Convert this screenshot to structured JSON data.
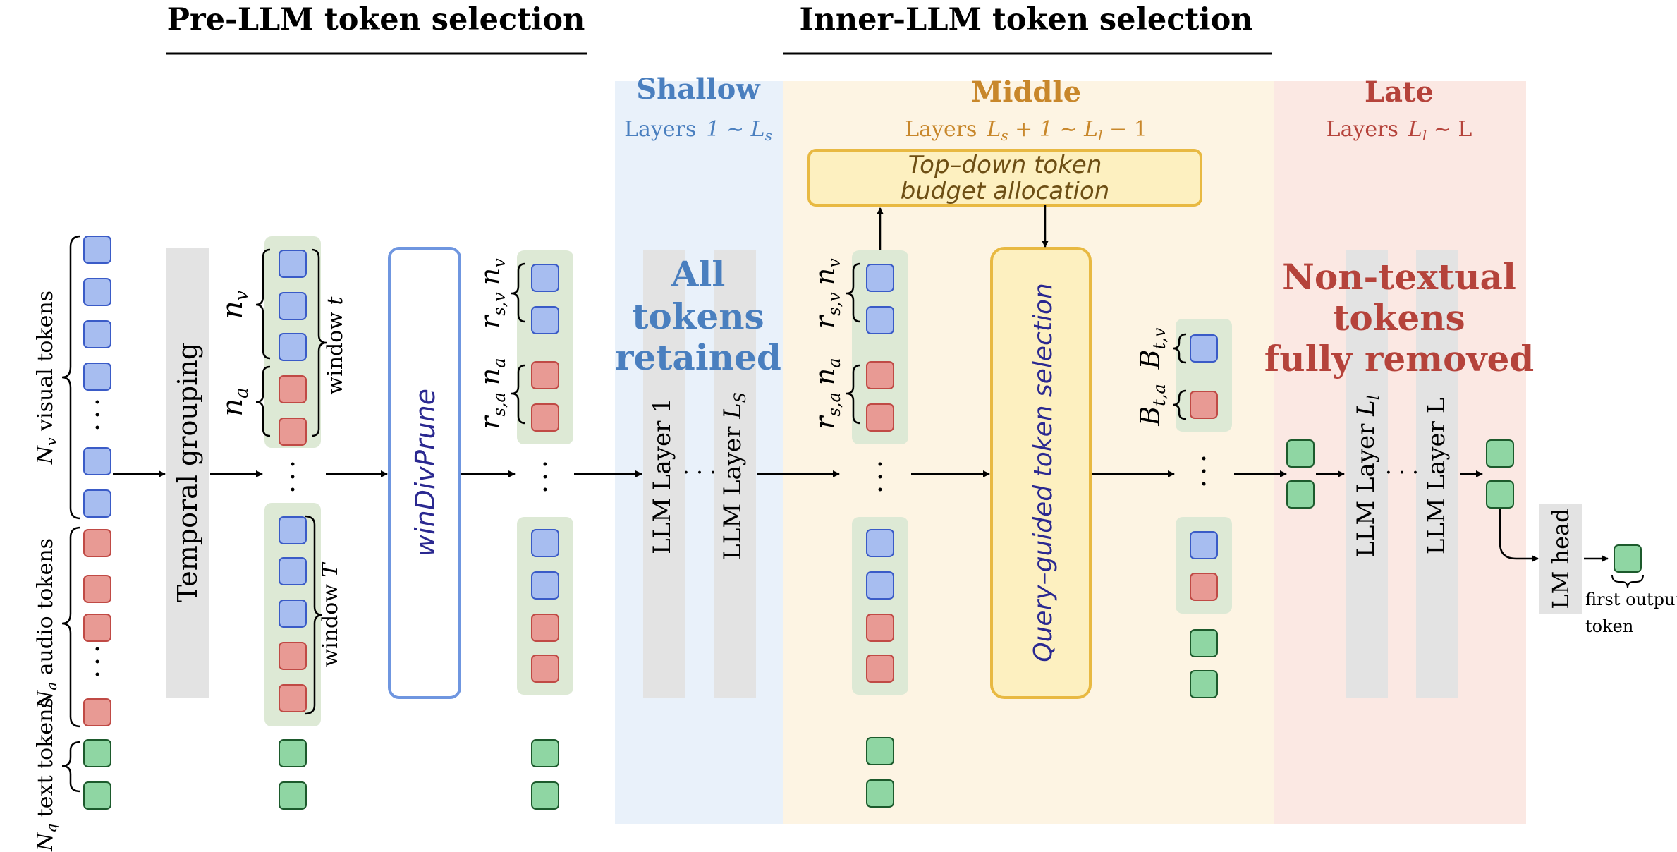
{
  "headers": {
    "pre_llm": "Pre-LLM token selection",
    "inner_llm": "Inner-LLM token selection"
  },
  "stages": {
    "shallow": {
      "title": "Shallow",
      "layers_word": "Layers",
      "layers_range": "1 ∼ L",
      "sub": "s"
    },
    "middle": {
      "title": "Middle",
      "layers_word": "Layers",
      "range_a": "L",
      "sub_a": "s",
      "range_mid": " + 1 ∼ L",
      "sub_b": "l",
      "range_end": " − 1"
    },
    "late": {
      "title": "Late",
      "layers_word": "Layers",
      "range_a": "L",
      "sub_a": "l",
      "range_end": " ∼ L"
    }
  },
  "input_labels": {
    "visual": {
      "sym": "N",
      "sub": "v",
      "text": " visual tokens"
    },
    "audio": {
      "sym": "N",
      "sub": "a",
      "text": " audio tokens"
    },
    "text": {
      "sym": "N",
      "sub": "q",
      "text": " text tokens"
    }
  },
  "temporal_grouping": "Temporal grouping",
  "window_labels": {
    "n_v": {
      "sym": "n",
      "sub": "v"
    },
    "n_a": {
      "sym": "n",
      "sub": "a"
    },
    "window_t": {
      "text": "window ",
      "sym": "t"
    },
    "window_T": {
      "text": "window ",
      "sym": "T"
    }
  },
  "windivprune": "winDivPrune",
  "ratio_labels": {
    "rsv": {
      "sym": "r",
      "sub": "s,v"
    },
    "nv": {
      "sym": "n",
      "sub": "v"
    },
    "rsa": {
      "sym": "r",
      "sub": "s,a"
    },
    "na": {
      "sym": "n",
      "sub": "a"
    }
  },
  "shallow_block": {
    "layer_1": "LLM Layer  1",
    "layer_s": {
      "text": "LLM Layer ",
      "sym": "L",
      "sub": "S"
    },
    "ellipsis": "· · ·",
    "overlay": [
      "All",
      "tokens",
      "retained"
    ]
  },
  "topdown_box": [
    "Top–down token",
    "budget allocation"
  ],
  "query_guided": "Query–guided token selection",
  "budget_labels": {
    "btv": {
      "sym": "B",
      "sub": "t,v"
    },
    "bta": {
      "sym": "B",
      "sub": "t,a"
    }
  },
  "late_block": {
    "layer_l": {
      "text": "LLM Layer ",
      "sym": "L",
      "sub": "l"
    },
    "layer_L": "LLM Layer  L",
    "ellipsis": "· · ·",
    "overlay": [
      "Non-textual",
      "tokens",
      "fully removed"
    ]
  },
  "lm_head": "LM head",
  "first_output": [
    "first output",
    "token"
  ],
  "vellipsis": "·\n·\n·",
  "colors": {
    "visual_fill": "#a7bdf0",
    "visual_stroke": "#3a5bc7",
    "audio_fill": "#e89a94",
    "audio_stroke": "#c04a45",
    "text_fill": "#8fd6a3",
    "text_stroke": "#1c5a2c",
    "window_bg": "#dde9d5",
    "gray_bar": "#e3e3e3",
    "shallow_bg": "#e9f1fa",
    "middle_bg": "#fdf4e3",
    "late_bg": "#fbe8e3",
    "shallow_text": "#4a7fbf",
    "middle_text": "#c8872b",
    "late_text": "#b5433b",
    "overlay_blue": "#4a7fbf",
    "overlay_red": "#b5433b",
    "windiv_border": "#6f96e0",
    "windiv_text": "#2a2890",
    "yellow_fill": "#fdf0c0",
    "yellow_stroke": "#e8b942",
    "topdown_text": "#6d4e14"
  }
}
